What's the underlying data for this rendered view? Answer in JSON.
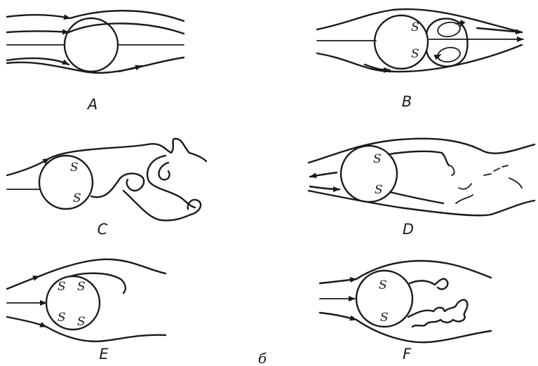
{
  "panels": [
    {
      "label": "A",
      "marks": []
    },
    {
      "label": "B",
      "marks": [
        "S",
        "S"
      ]
    },
    {
      "label": "C",
      "marks": [
        "S",
        "S"
      ]
    },
    {
      "label": "D",
      "marks": [
        "S",
        "S"
      ]
    },
    {
      "label": "E",
      "marks": [
        "S",
        "S",
        "S",
        "S"
      ]
    },
    {
      "label": "F",
      "marks": [
        "S",
        "S"
      ]
    }
  ],
  "caption": "б",
  "colors": {
    "ink": "#1a1a1a",
    "background": "#ffffff"
  }
}
